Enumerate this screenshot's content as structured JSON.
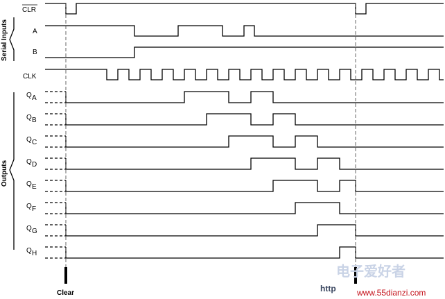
{
  "groups": {
    "serial": "Serial Inputs",
    "outputs": "Outputs"
  },
  "labels": {
    "clr": "CLR",
    "a": "A",
    "b": "B",
    "clk": "CLK",
    "qa_main": "Q",
    "qa_sub": "A",
    "qb_main": "Q",
    "qb_sub": "B",
    "qc_main": "Q",
    "qc_sub": "C",
    "qd_main": "Q",
    "qd_sub": "D",
    "qe_main": "Q",
    "qe_sub": "E",
    "qf_main": "Q",
    "qf_sub": "F",
    "qg_main": "Q",
    "qg_sub": "G",
    "qh_main": "Q",
    "qh_sub": "H"
  },
  "annotations": {
    "clear": "Clear"
  },
  "watermark": {
    "cn": "电子爱好者",
    "http": "http",
    "url": "www.55dianzi.com"
  },
  "colors": {
    "signal": "#000000",
    "watermark": "#c9d3e6",
    "url": "#c4121b"
  }
}
